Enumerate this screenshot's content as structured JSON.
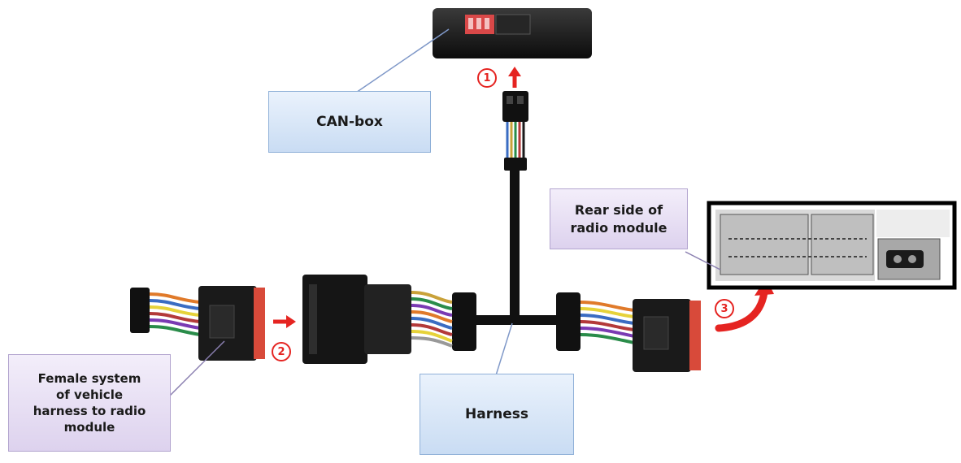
{
  "labels": {
    "canbox": "CAN-box",
    "harness": "Harness",
    "rear_side": "Rear side of\nradio module",
    "female_system": "Female system\nof vehicle\nharness to radio\nmodule"
  },
  "steps": [
    "1",
    "2",
    "3"
  ],
  "colors": {
    "step_red": "#e52421",
    "callout_blue": "#c9dcf3",
    "callout_purple": "#ddd2ee",
    "connector_red": "#d84a3a",
    "cable_black": "#111111"
  }
}
